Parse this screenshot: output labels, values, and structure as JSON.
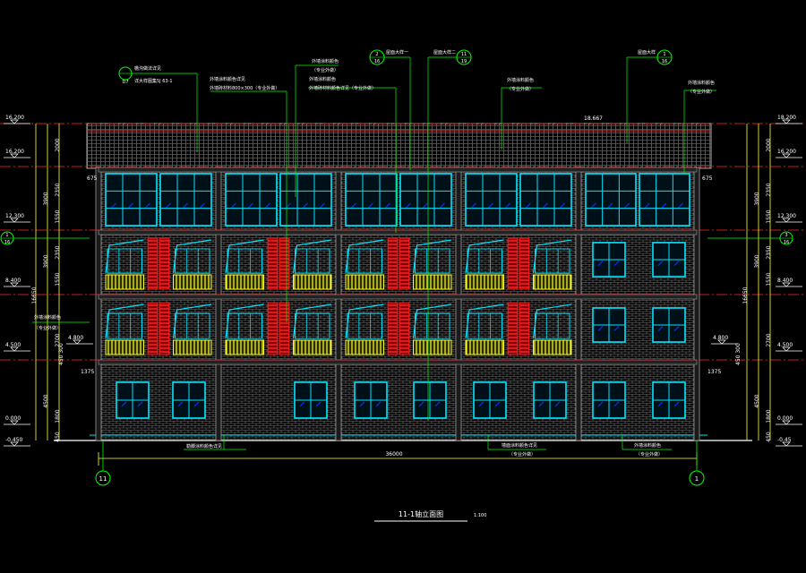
{
  "drawing": {
    "title": "11-1轴立面图",
    "scale": "1:100",
    "overall_width": "36000",
    "axis_left": "11",
    "axis_right": "1",
    "ridge_label": "18.667"
  },
  "elevations_left": [
    {
      "text": "16.200"
    },
    {
      "text": "16.200"
    },
    {
      "text": "12.300"
    },
    {
      "text": "8.400"
    },
    {
      "text": "4.500"
    },
    {
      "text": "4.800"
    },
    {
      "text": "0.000"
    },
    {
      "text": "-0.450"
    }
  ],
  "elevations_right": [
    {
      "text": "18.200"
    },
    {
      "text": "16.200"
    },
    {
      "text": "12.300"
    },
    {
      "text": "8.400"
    },
    {
      "text": "4.500"
    },
    {
      "text": "4.800"
    },
    {
      "text": "0.000"
    },
    {
      "text": "-0.45"
    }
  ],
  "dims_left": [
    {
      "text": "2000"
    },
    {
      "text": "2350"
    },
    {
      "text": "1550"
    },
    {
      "text": "3900"
    },
    {
      "text": "2350"
    },
    {
      "text": "1550"
    },
    {
      "text": "3900"
    },
    {
      "text": "2700"
    },
    {
      "text": "1800"
    },
    {
      "text": "450"
    },
    {
      "text": "4500"
    },
    {
      "text": "16650"
    }
  ],
  "dims_right": [
    {
      "text": "2000"
    },
    {
      "text": "2350"
    },
    {
      "text": "1550"
    },
    {
      "text": "3900"
    },
    {
      "text": "2350"
    },
    {
      "text": "1550"
    },
    {
      "text": "3900"
    },
    {
      "text": "2700"
    },
    {
      "text": "1800"
    },
    {
      "text": "450"
    },
    {
      "text": "4500"
    },
    {
      "text": "16650"
    }
  ],
  "small_labels": {
    "left_675": "675",
    "right_675": "675",
    "left_1375": "1375",
    "right_1375": "1375",
    "left_450": "450 300",
    "right_450": "450 300"
  },
  "callouts": {
    "c1_line1": "檐沟做法详见",
    "c1_line2": "详大样图集5J 63-1",
    "c1_tag": "D7",
    "c2_line1": "外墙涂料颜色详见",
    "c2_line2": "外墙砖材料800×300（专业外做）",
    "c3_line1": "外墙涂料颜色",
    "c3_line2": "（专业外做）",
    "c4_line1": "外墙涂料颜色",
    "c4_line2": "外墙砖材料颜色详见（专业外做）",
    "c5_tag_top": "2",
    "c5_tag_bottom": "16",
    "c5_text": "屋面大样一",
    "c6_text": "屋面大样二",
    "c6_tag_top": "11",
    "c6_tag_bottom": "19",
    "c7_line1": "外墙涂料颜色",
    "c7_line2": "（专业外做）",
    "c8_text": "屋面大样",
    "c8_tag_top": "1",
    "c8_tag_bottom": "16",
    "c9_line1": "外墙涂料颜色",
    "c9_line2": "（专业外做）",
    "side_left_line1": "外墙涂料颜色",
    "side_left_line2": "（专业外做）",
    "side_left_tag_top": "1",
    "side_left_tag_bottom": "16",
    "side_right_tag_top": "3",
    "side_right_tag_bottom": "16",
    "bottom_1": "勒脚涂料颜色详见",
    "bottom_2_line1": "墙面涂料颜色详见",
    "bottom_2_line2": "（专业外做）",
    "bottom_3_line1": "外墙涂料颜色",
    "bottom_3_line2": "（专业外做）"
  },
  "colors": {
    "background": "#000000",
    "wall": "#9a9a9a",
    "window": "#00e5ff",
    "balcony": "#ffff33",
    "shutter": "#ff1f1f",
    "leader": "#00ff00",
    "axis_line": "#ff2a2a",
    "dimension": "#ffff33",
    "glass_mark": "#0033ff",
    "label": "#ffffff"
  }
}
